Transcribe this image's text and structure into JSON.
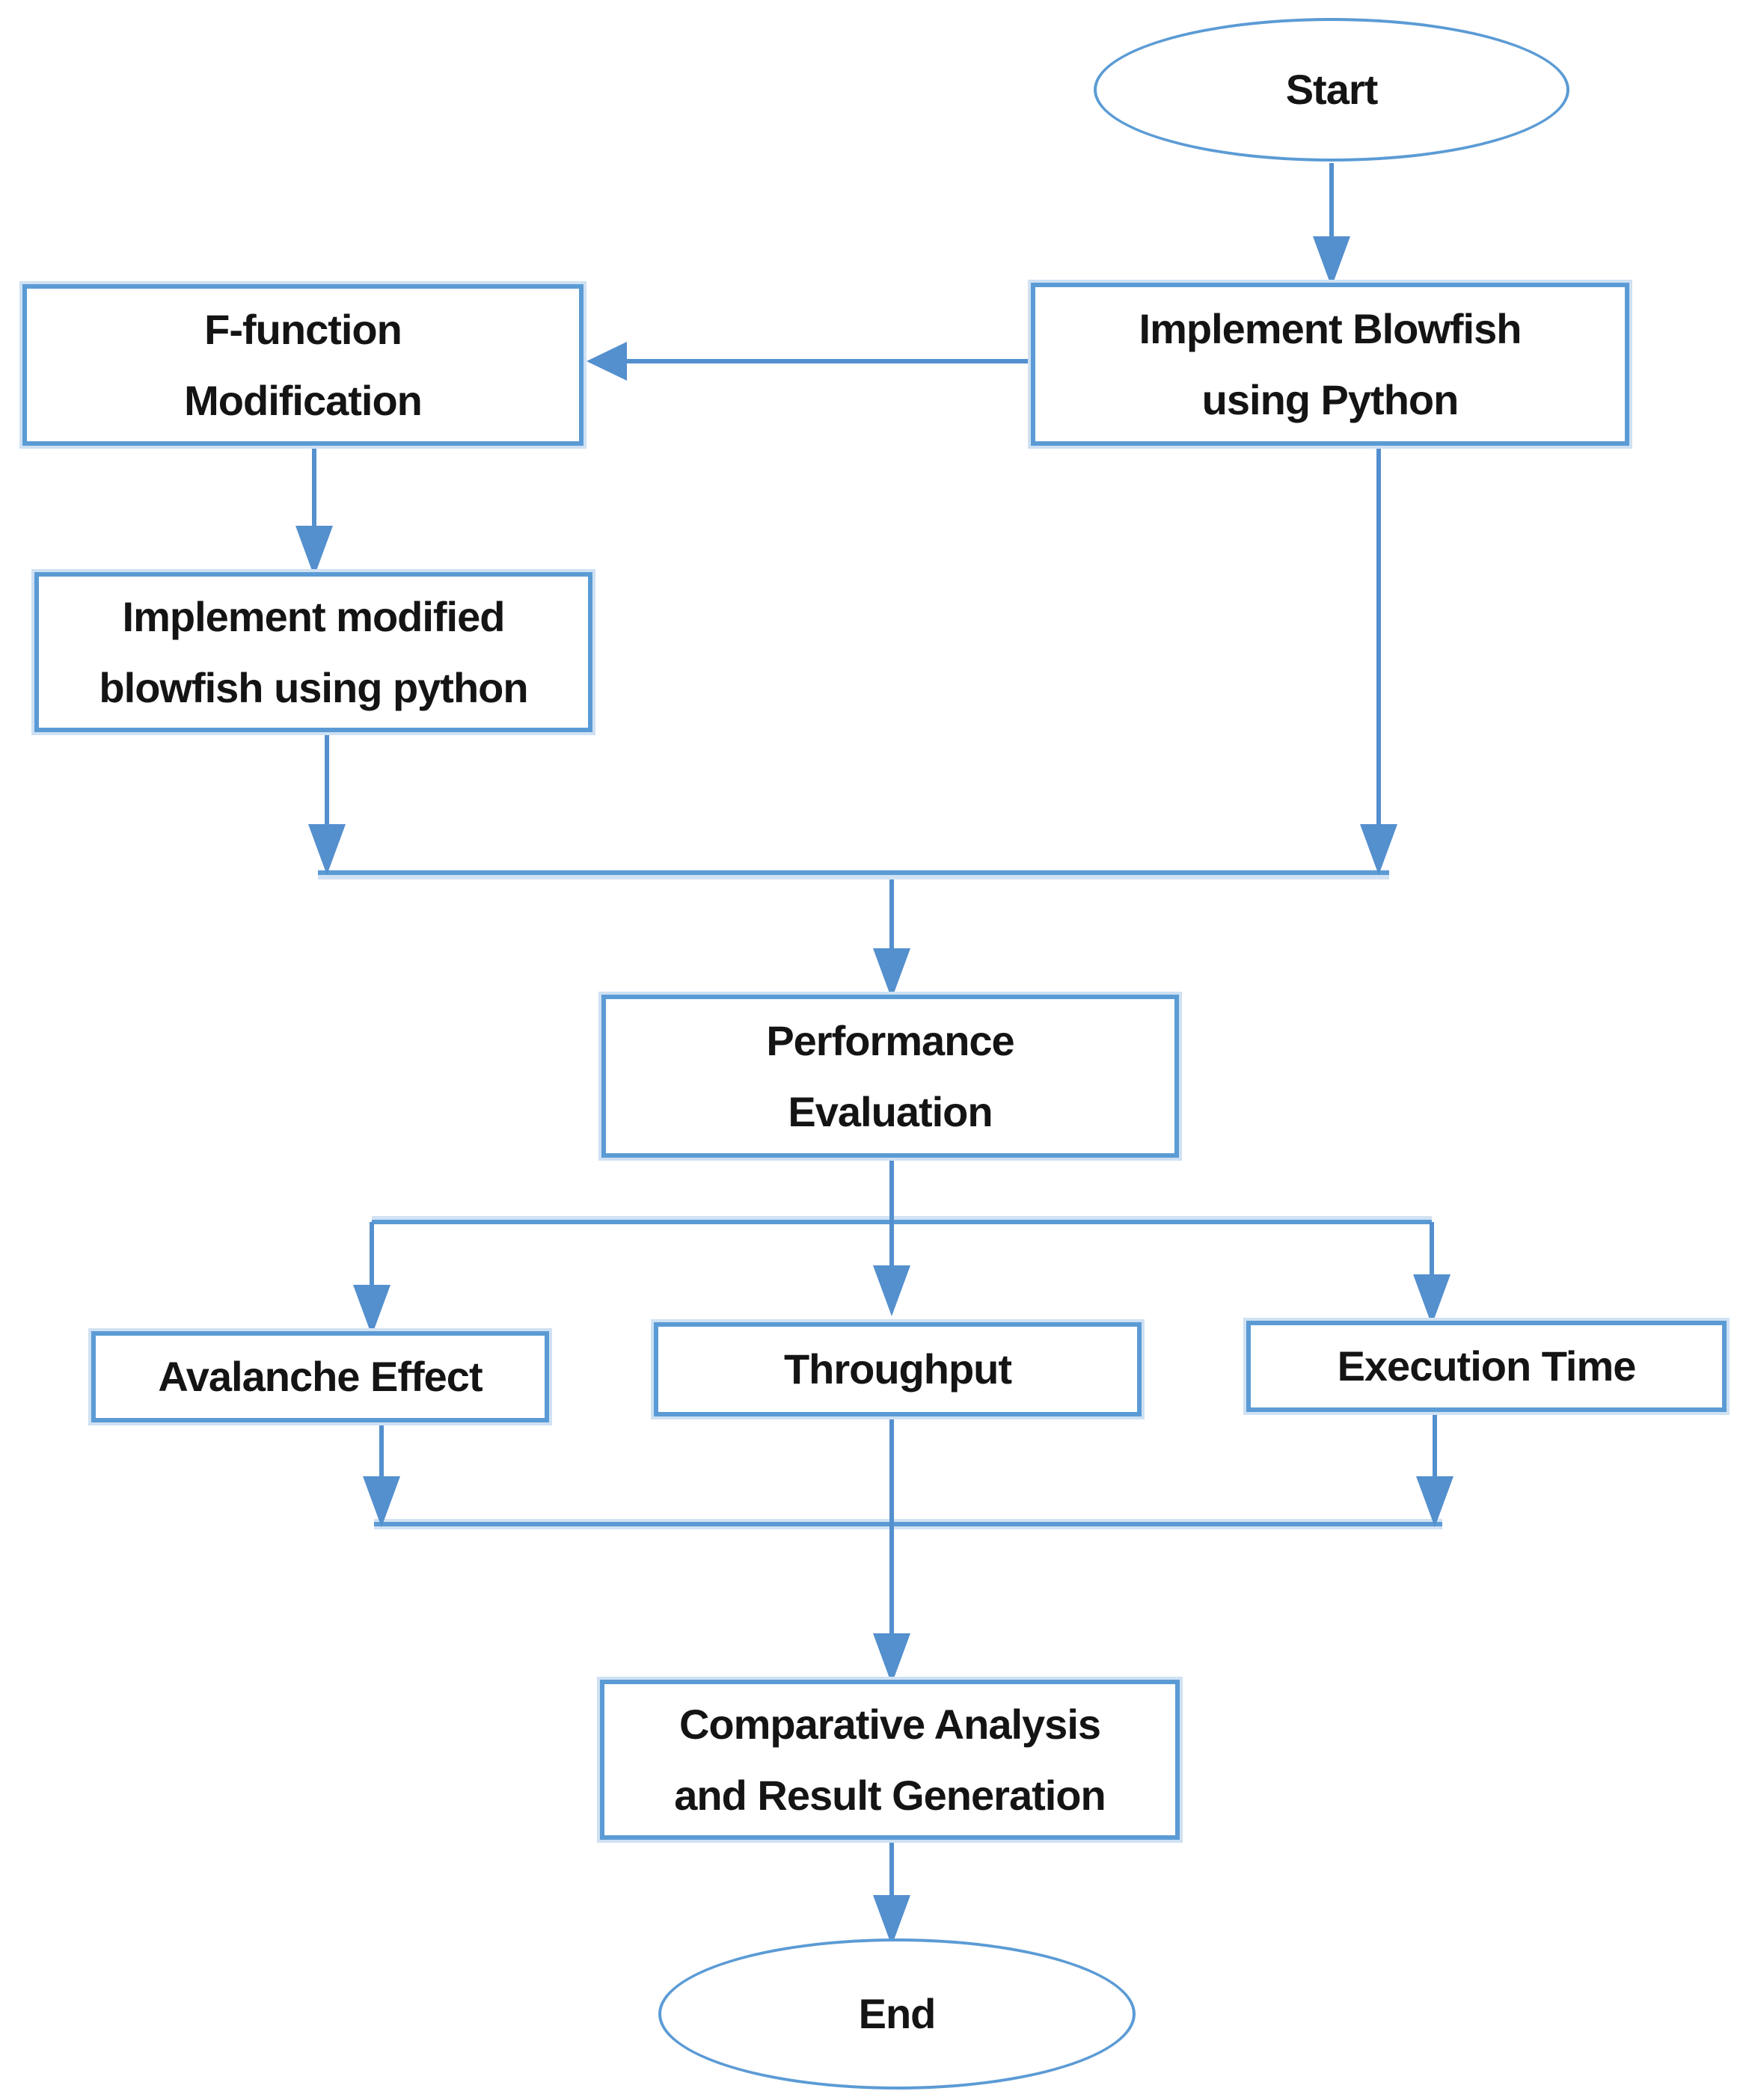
{
  "colors": {
    "accent": "#5b9bd5",
    "connector": "#548fce",
    "halo": "#cfe1f3",
    "band_light": "#abcbea",
    "text": "#141414",
    "background": "#ffffff"
  },
  "nodes": {
    "start": {
      "type": "terminator",
      "lines": [
        "Start"
      ]
    },
    "implement_blowfish": {
      "type": "process",
      "lines": [
        "Implement Blowfish",
        "using Python"
      ]
    },
    "f_function": {
      "type": "process",
      "lines": [
        "F-function",
        "Modification"
      ]
    },
    "implement_modified": {
      "type": "process",
      "lines": [
        "Implement modified",
        "blowfish using python"
      ]
    },
    "performance": {
      "type": "process",
      "lines": [
        "Performance",
        "Evaluation"
      ]
    },
    "avalanche": {
      "type": "process",
      "lines": [
        "Avalanche Effect"
      ]
    },
    "throughput": {
      "type": "process",
      "lines": [
        "Throughput"
      ]
    },
    "execution": {
      "type": "process",
      "lines": [
        "Execution Time"
      ]
    },
    "comparative": {
      "type": "process",
      "lines": [
        "Comparative Analysis",
        "and Result Generation"
      ]
    },
    "end": {
      "type": "terminator",
      "lines": [
        "End"
      ]
    }
  },
  "edges": [
    {
      "from": "start",
      "to": "implement_blowfish"
    },
    {
      "from": "implement_blowfish",
      "to": "f_function"
    },
    {
      "from": "f_function",
      "to": "implement_modified"
    },
    {
      "from": "implement_modified",
      "to": "performance"
    },
    {
      "from": "implement_blowfish",
      "to": "performance"
    },
    {
      "from": "performance",
      "to": "avalanche"
    },
    {
      "from": "performance",
      "to": "throughput"
    },
    {
      "from": "performance",
      "to": "execution"
    },
    {
      "from": "avalanche",
      "to": "comparative"
    },
    {
      "from": "throughput",
      "to": "comparative"
    },
    {
      "from": "execution",
      "to": "comparative"
    },
    {
      "from": "comparative",
      "to": "end"
    }
  ]
}
